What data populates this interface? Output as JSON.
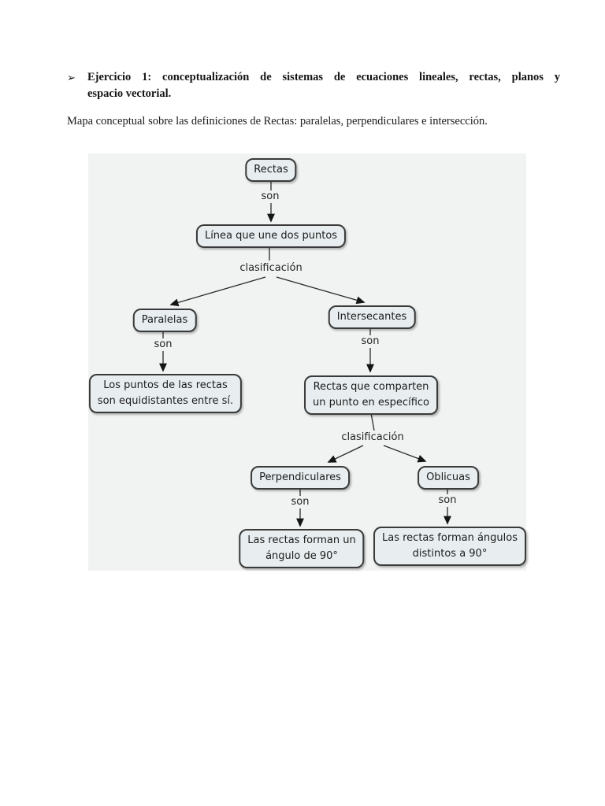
{
  "document": {
    "bullet_glyph": "➢",
    "heading_line1": "Ejercicio 1: conceptualización de sistemas de ecuaciones lineales, rectas, planos y",
    "heading_line2": "espacio vectorial.",
    "intro": "Mapa conceptual sobre las definiciones de Rectas: paralelas, perpendiculares e intersección."
  },
  "concept_map": {
    "nodes": {
      "rectas": {
        "label": "Rectas"
      },
      "linea": {
        "label": "Línea que une dos puntos"
      },
      "paralelas": {
        "label": "Paralelas"
      },
      "intersecantes": {
        "label": "Intersecantes"
      },
      "puntos": {
        "line1": "Los puntos de las rectas",
        "line2": "son equidistantes entre sí."
      },
      "comparten": {
        "line1": "Rectas que comparten",
        "line2": "un punto en específico"
      },
      "perpendiculares": {
        "label": "Perpendiculares"
      },
      "oblicuas": {
        "label": "Oblicuas"
      },
      "angulo_90": {
        "line1": "Las rectas forman un",
        "line2": "ángulo de 90°"
      },
      "distintos_90": {
        "line1": "Las rectas forman ángulos",
        "line2": "distintos a 90°"
      }
    },
    "link_labels": {
      "son": "son",
      "clasificacion": "clasificación"
    }
  },
  "colors": {
    "page_bg": "#ffffff",
    "panel_bg": "#f1f3f3",
    "node_fill": "#e8eef0",
    "node_border": "#3a3a3a",
    "edge_line": "#2b2b2b",
    "text": "#1b1b1b"
  }
}
